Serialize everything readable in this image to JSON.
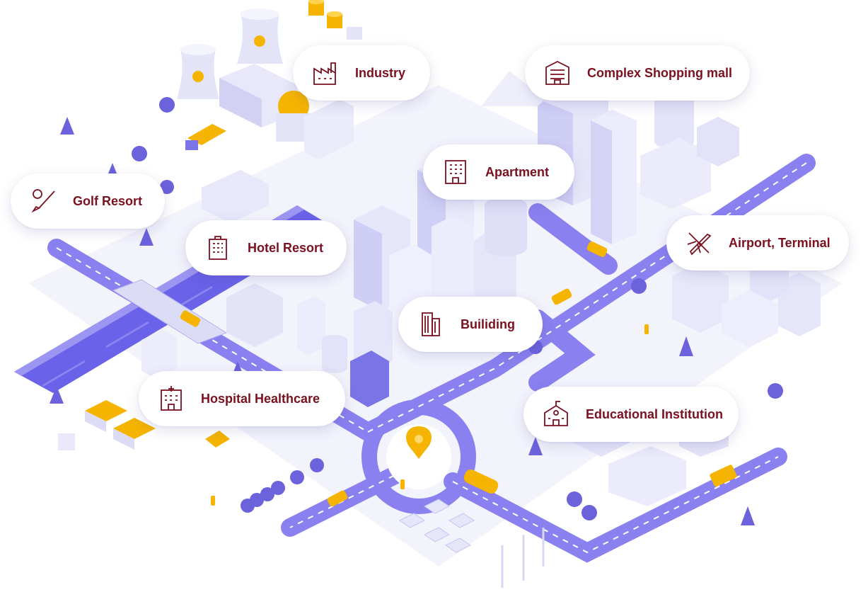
{
  "labels": {
    "industry": "Industry",
    "shopping": "Complex Shopping mall",
    "golf": "Golf Resort",
    "apartment": "Apartment",
    "hotel": "Hotel Resort",
    "airport": "Airport, Terminal",
    "building": "Builiding",
    "hospital": "Hospital Healthcare",
    "education": "Educational Institution"
  },
  "colors": {
    "accent": "#7a1020",
    "road": "#8a80f0",
    "building": "#e8e8fa",
    "building_shade": "#c9c8f2",
    "yellow": "#f5b400",
    "water": "#6a62e8"
  },
  "icons": {
    "industry": "factory-icon",
    "shopping": "mall-icon",
    "golf": "golf-icon",
    "apartment": "apartment-icon",
    "hotel": "hotel-icon",
    "airport": "airplane-icon",
    "building": "building-icon",
    "hospital": "hospital-icon",
    "education": "school-icon"
  }
}
